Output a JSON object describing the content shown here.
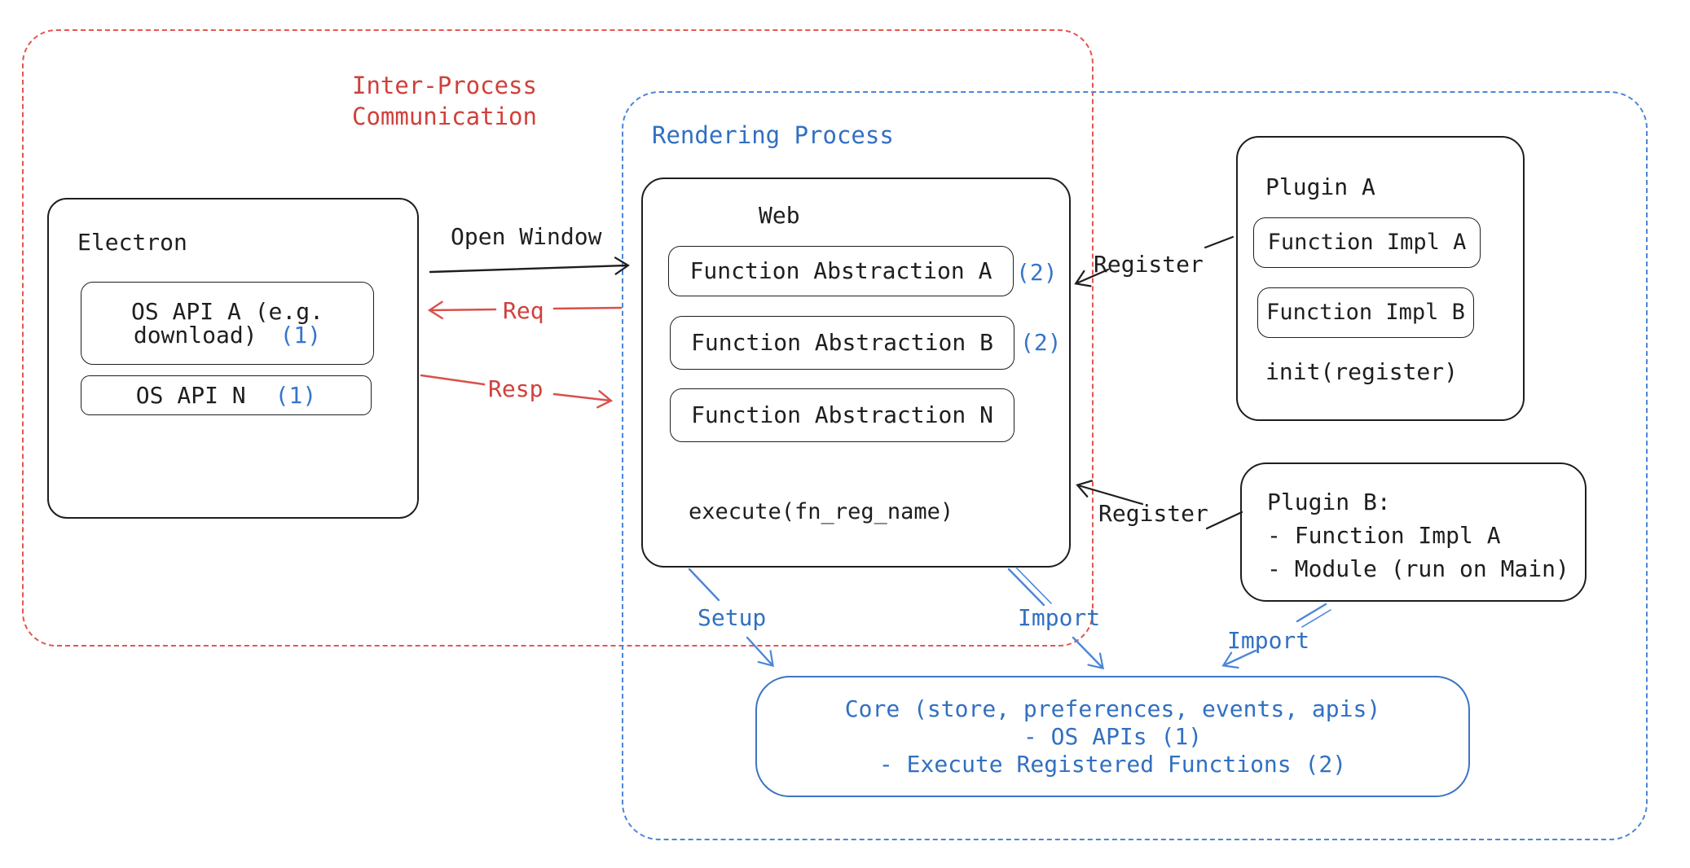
{
  "colors": {
    "background": "#ffffff",
    "black_stroke": "#1e1e1e",
    "red_text": "#d0403b",
    "red_dash": "#e4564f",
    "blue_text": "#3170c2",
    "blue_dash": "#4c86d7",
    "badge_blue": "#3575cb",
    "core_border": "#3d74c2"
  },
  "ipc": {
    "title_line1": "Inter-Process",
    "title_line2": "Communication"
  },
  "rendering": {
    "title": "Rendering Process"
  },
  "electron": {
    "title": "Electron",
    "api_a_line1": "OS API A (e.g.",
    "api_a_line2": "download)",
    "api_a_badge": "(1)",
    "api_n_label": "OS API N",
    "api_n_badge": "(1)"
  },
  "web": {
    "title": "Web",
    "fa_a": "Function Abstraction A",
    "fa_a_badge": "(2)",
    "fa_b": "Function Abstraction B",
    "fa_b_badge": "(2)",
    "fa_n": "Function Abstraction N",
    "execute": "execute(fn_reg_name)"
  },
  "plugin_a": {
    "title": "Plugin A",
    "impl_a": "Function Impl A",
    "impl_b": "Function Impl B",
    "init": "init(register)"
  },
  "plugin_b": {
    "line1": "Plugin B:",
    "line2": "- Function Impl A",
    "line3": "- Module (run on Main)"
  },
  "core": {
    "line1": "Core (store, preferences, events, apis)",
    "line2": "- OS APIs (1)",
    "line3": "- Execute Registered Functions (2)"
  },
  "arrows": {
    "open_window": "Open Window",
    "req": "Req",
    "resp": "Resp",
    "register_top": "Register",
    "register_bottom": "Register",
    "setup": "Setup",
    "import_left": "Import",
    "import_right": "Import"
  }
}
